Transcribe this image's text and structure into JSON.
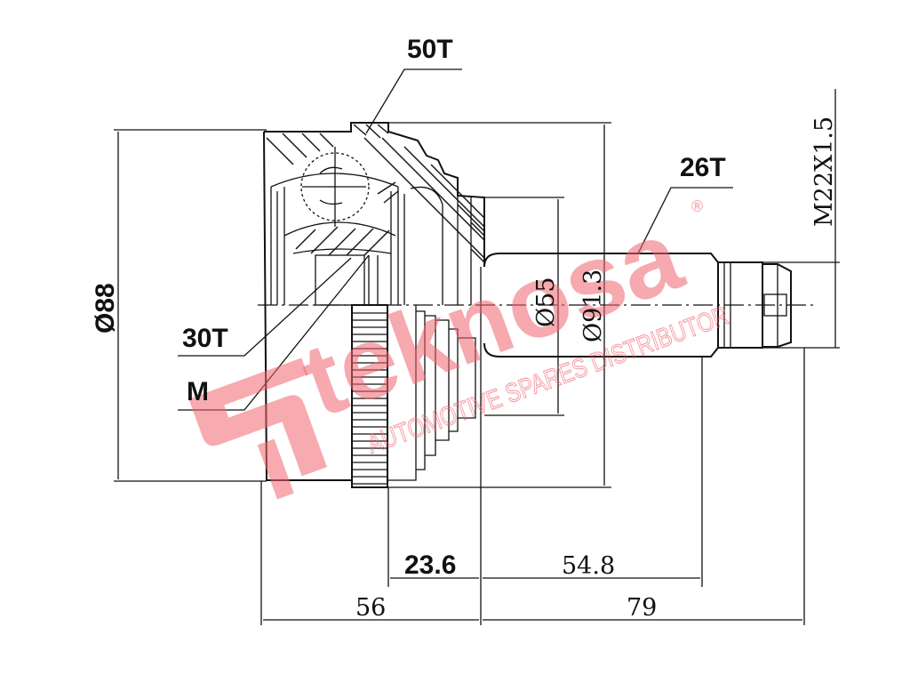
{
  "diagram": {
    "subject": "CV joint (outer) technical drawing",
    "callouts": {
      "outer_spline": "50T",
      "inner_spline": "30T",
      "mark": "M",
      "shaft_spline": "26T",
      "thread": "M22X1.5"
    },
    "dimensions": {
      "outer_diameter": "Ø88",
      "seal_diameter": "Ø55",
      "abs_ring_diameter": "Ø91.3",
      "ring_to_face": "23.6",
      "spline_length": "54.8",
      "body_length": "56",
      "shaft_length": "79"
    }
  },
  "watermark": {
    "brand": "teknosa",
    "registered": "®",
    "tagline": "AUTOMOTIVE SPARES DISTRIBUTOR",
    "color": "#f0646e"
  }
}
